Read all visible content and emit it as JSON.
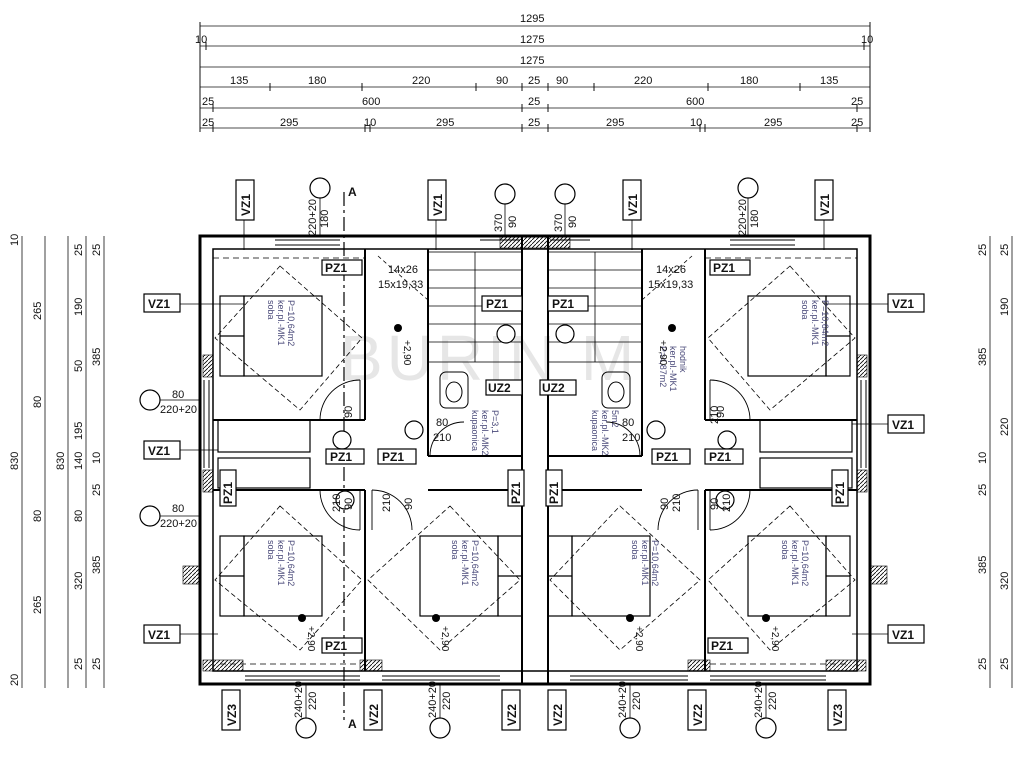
{
  "dimensions_top": {
    "row1": [
      "1295"
    ],
    "row2": [
      "10",
      "1275",
      "10"
    ],
    "row3": [
      "1275"
    ],
    "row4": [
      "135",
      "180",
      "220",
      "90",
      "25",
      "90",
      "220",
      "180",
      "135"
    ],
    "row5": [
      "25",
      "600",
      "25",
      "600",
      "25"
    ],
    "row6": [
      "25",
      "295",
      "10",
      "295",
      "25",
      "295",
      "10",
      "295",
      "25"
    ]
  },
  "dimensions_left": {
    "col1": [
      "10",
      "830",
      "20"
    ],
    "col2": [
      "265",
      "80",
      "80",
      "265"
    ],
    "col3": [
      "830"
    ],
    "col4": [
      "25",
      "190",
      "50",
      "195",
      "140",
      "80",
      "320",
      "25"
    ],
    "col5": [
      "25",
      "385",
      "10",
      "25",
      "385",
      "25"
    ]
  },
  "dimensions_right": {
    "col1": [
      "25",
      "385",
      "10",
      "25",
      "385",
      "25"
    ],
    "col2": [
      "25",
      "190",
      "220",
      "320",
      "25"
    ]
  },
  "element_labels": {
    "vz1": "VZ1",
    "vz2": "VZ2",
    "vz3": "VZ3",
    "pz1": "PZ1",
    "uz2": "UZ2",
    "section": "A"
  },
  "openings": {
    "w180": "180",
    "w220_20": "220+20",
    "w90": "90",
    "w370": "370",
    "w80": "80",
    "w210": "210",
    "w220": "220",
    "w240_20": "240+20"
  },
  "stair": {
    "line1": "14x26",
    "line2": "15x19,33"
  },
  "rooms": {
    "soba": {
      "name": "soba",
      "floor": "ker.pl.-MK1",
      "area": "P=10,64m2"
    },
    "hodnik": {
      "name": "hodnik",
      "floor": "ker.pl.-MK1",
      "area": "P=4,87m2"
    },
    "kupaonica_l": {
      "name": "kupaonica",
      "floor": "ker.pl.-MK2",
      "area": "P=3,1"
    },
    "kupaonica_r": {
      "name": "kupaonica",
      "floor": "ker.pl.-MK2",
      "area": "5m2"
    }
  },
  "levels": {
    "plus290": "+2,90"
  },
  "watermark": "BURIN M",
  "colors": {
    "line": "#111111",
    "wall": "#000000",
    "room_text": "#4a4a7a",
    "watermark": "#e6e6e6"
  }
}
